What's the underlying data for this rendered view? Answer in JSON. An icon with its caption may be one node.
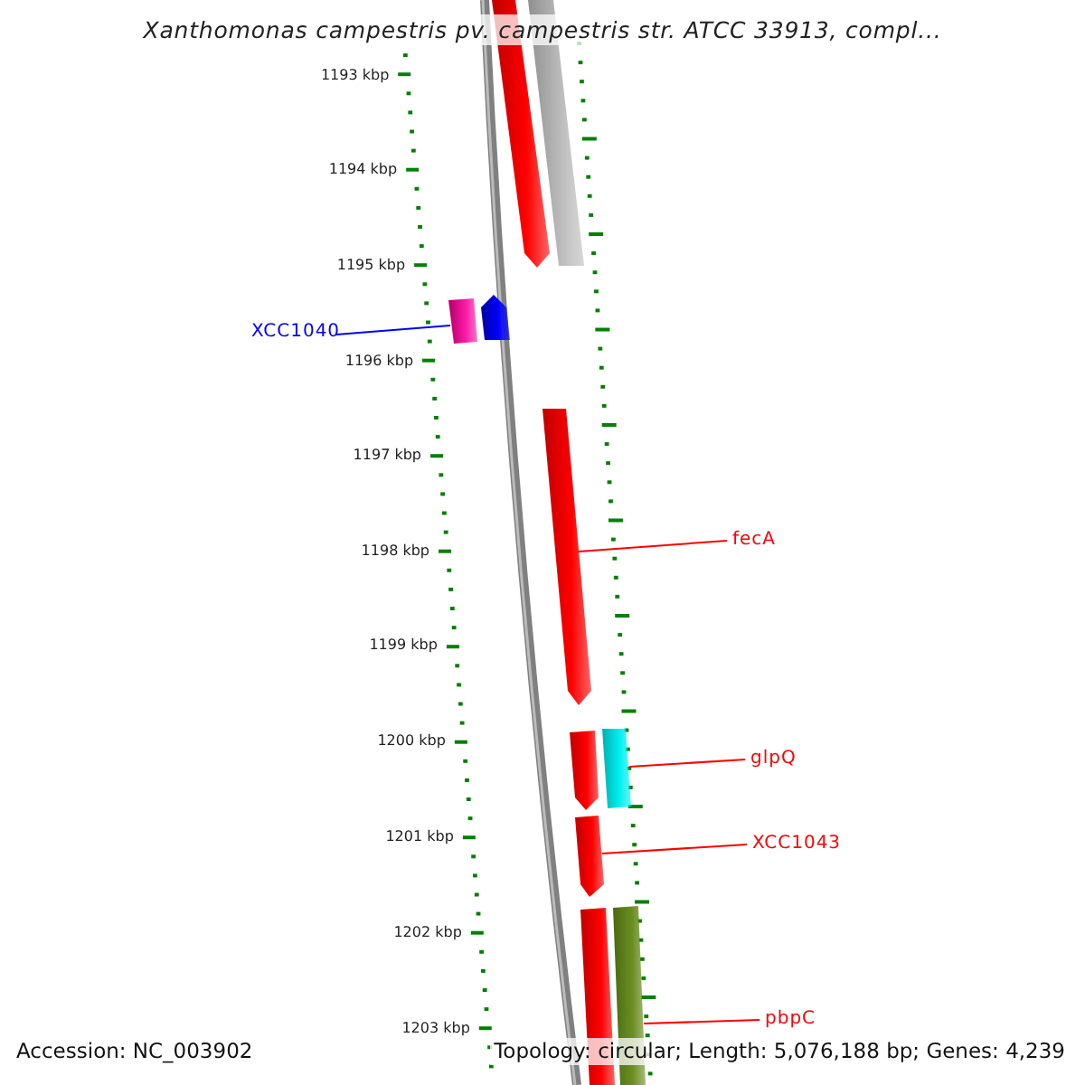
{
  "diagram": {
    "title": "Xanthomonas campestris pv. campestris str. ATCC 33913, compl...",
    "nodes": [
      {
        "text": [],
        "shape": "bar"
      },
      {
        "text": [],
        "shape": "bar"
      },
      {
        "text": [],
        "shape": "bar"
      },
      {
        "text": [],
        "shape": "bar"
      },
      {
        "text": [],
        "shape": "bar"
      },
      {
        "text": [],
        "shape": "bar"
      },
      {
        "text": [],
        "shape": "bar"
      },
      {
        "text": [],
        "shape": "bar"
      },
      {
        "text": [],
        "shape": "bar"
      },
      {
        "text": [],
        "shape": "bar"
      },
      {
        "text": [
          "XCC1040"
        ]
      },
      {
        "text": [
          "fecA"
        ]
      },
      {
        "text": [
          "glpQ"
        ]
      },
      {
        "text": [
          "XCC1043"
        ]
      },
      {
        "text": [
          "pbpC"
        ]
      }
    ],
    "edges": [
      {
        "from": 10,
        "to": 2,
        "arrow": "none",
        "color": "#0000ff"
      },
      {
        "from": 11,
        "to": 4,
        "arrow": "none"
      },
      {
        "from": 12,
        "to": 6,
        "arrow": "none"
      },
      {
        "from": 13,
        "to": 7,
        "arrow": "none"
      },
      {
        "from": 14,
        "to": 9,
        "arrow": "none"
      }
    ],
    "labels": [
      "1193 kbp",
      "1194 kbp",
      "1195 kbp",
      "1196 kbp",
      "1197 kbp",
      "1198 kbp",
      "1199 kbp",
      "1200 kbp",
      "1201 kbp",
      "1202 kbp",
      "1203 kbp",
      "Accession: NC_003902",
      "Topology: circular; Length: 5,076,188 bp; Genes: 4,239"
    ]
  }
}
